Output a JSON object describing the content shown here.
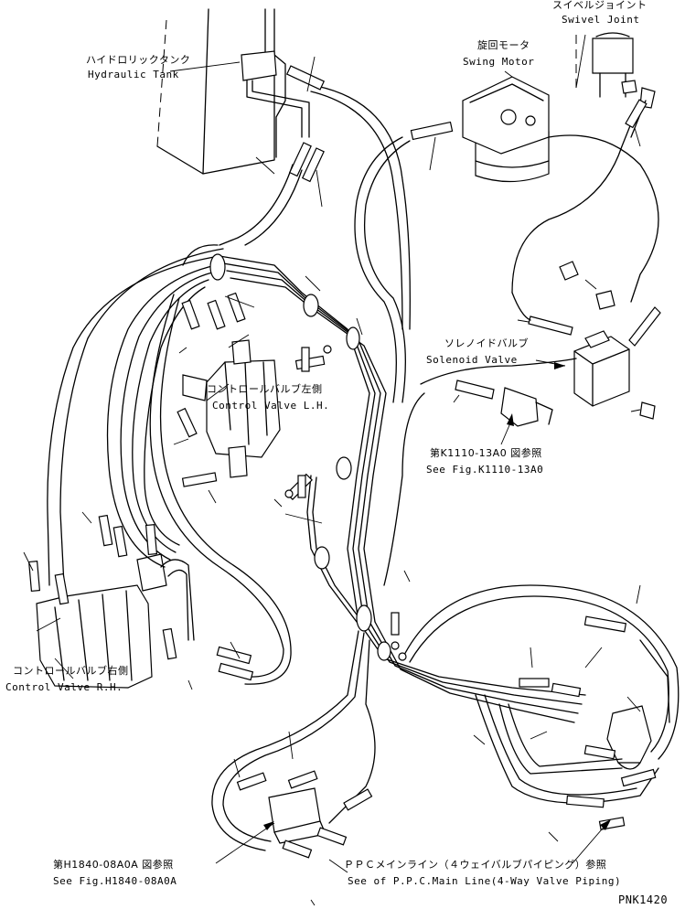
{
  "labels": {
    "hydraulic_tank_jp": "ハイドロリックタンク",
    "hydraulic_tank_en": "Hydraulic Tank",
    "swivel_joint_jp": "スイベルジョイント",
    "swivel_joint_en": "Swivel Joint",
    "swing_motor_jp": "旋回モータ",
    "swing_motor_en": "Swing Motor",
    "solenoid_valve_jp": "ソレノイドバルブ",
    "solenoid_valve_en": "Solenoid Valve",
    "control_valve_lh_jp": "コントロールバルブ左側",
    "control_valve_lh_en": "Control Valve L.H.",
    "control_valve_rh_jp": "コントロールバルブ右側",
    "control_valve_rh_en": "Control Valve R.H.",
    "ref_k1110_jp": "第K1110-13A0 図参照",
    "ref_k1110_en": "See Fig.K1110-13A0",
    "ref_h1840_jp": "第H1840-08A0A 図参照",
    "ref_h1840_en": "See Fig.H1840-08A0A",
    "ppc_main_line_jp": "ＰＰＣメインライン（４ウェイバルブパイピング）参照",
    "ppc_main_line_en": "See of P.P.C.Main Line(4-Way Valve Piping)",
    "drawing_number": "PNK1420"
  }
}
